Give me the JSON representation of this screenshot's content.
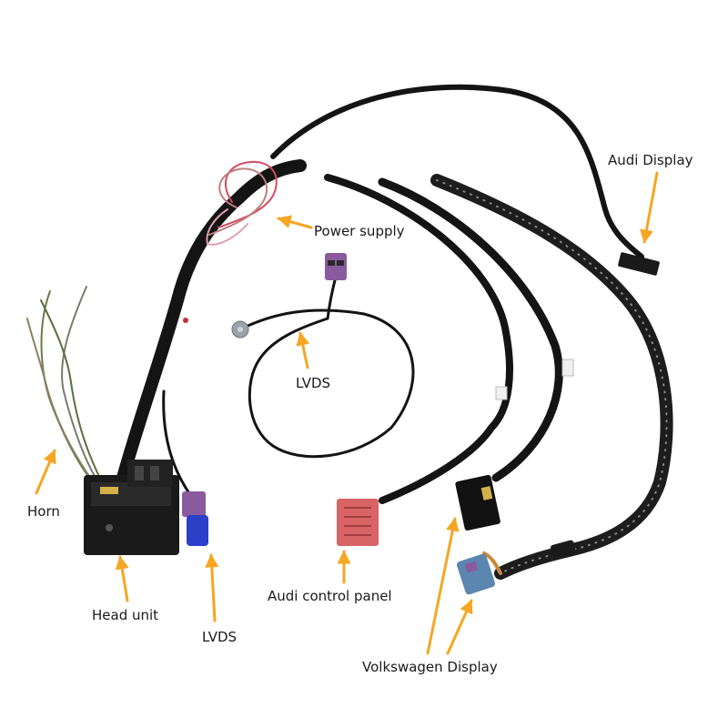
{
  "labels": {
    "power_supply": "Power supply",
    "audi_display": "Audi Display",
    "lvds_center": "LVDS",
    "horn": "Horn",
    "head_unit": "Head unit",
    "lvds_bottom": "LVDS",
    "audi_control_panel": "Audi control panel",
    "volkswagen_display": "Volkswagen Display"
  },
  "colors": {
    "arrow": "#f5a623",
    "cable": "#141414",
    "lvds_purple": "#8a5a9e",
    "lvds_blue": "#2b3fc8",
    "panel_pink": "#d86466",
    "vw_blue": "#5a86b0"
  }
}
